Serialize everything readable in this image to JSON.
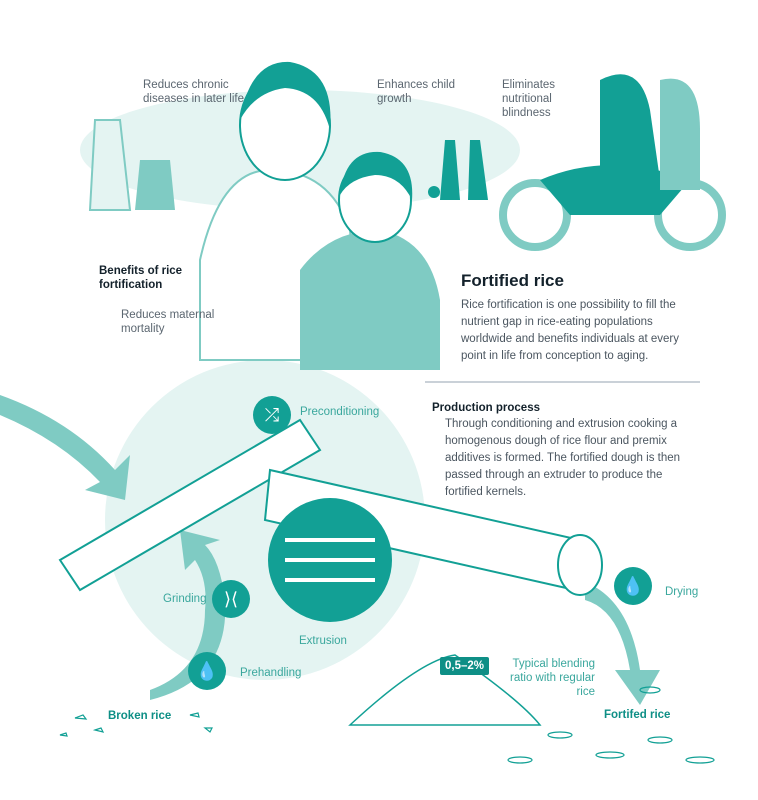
{
  "benefits": {
    "title": "Benefits of rice fortification",
    "chronic": "Reduces chronic diseases in later life",
    "growth": "Enhances child growth",
    "blindness": "Eliminates nutritional blindness",
    "maternal": "Reduces maternal mortality"
  },
  "fortified": {
    "title": "Fortified rice",
    "text": "Rice fortification is one possibility to fill the nutrient gap in rice-eating populations worldwide and benefits individuals at every point in life from conception to aging."
  },
  "production": {
    "title": "Production process",
    "text": "Through conditioning and extrusion cooking a homogenous dough of rice flour and premix additives is formed. The fortified dough is then passed through an extruder to produce the fortified kernels."
  },
  "steps": {
    "preconditioning": "Preconditioning",
    "grinding": "Grinding",
    "prehandling": "Prehandling",
    "extrusion": "Extrusion",
    "drying": "Drying"
  },
  "outputs": {
    "broken": "Broken rice",
    "fortified": "Fortifed rice",
    "ratio_badge": "0,5–2%",
    "ratio_text": "Typical blending ratio with regular rice"
  },
  "colors": {
    "teal": "#12a095",
    "light": "#7fcbc3",
    "pale": "#e4f4f2"
  }
}
